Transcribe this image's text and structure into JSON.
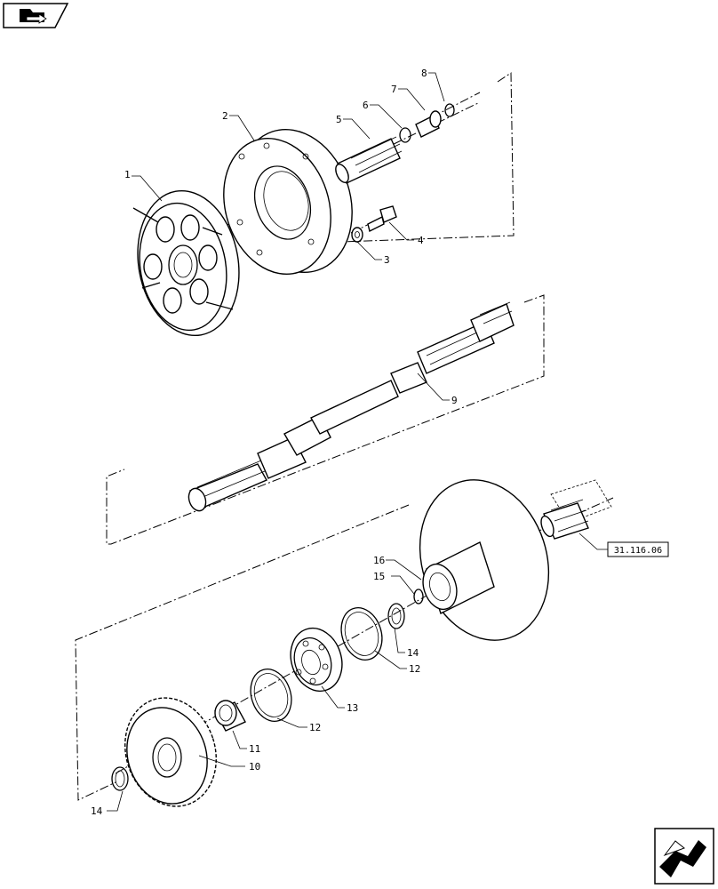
{
  "callouts": {
    "c1": "1",
    "c2": "2",
    "c3": "3",
    "c4": "4",
    "c5": "5",
    "c6": "6",
    "c7": "7",
    "c8": "8",
    "c9": "9",
    "c10": "10",
    "c11": "11",
    "c12a": "12",
    "c12b": "12",
    "c13": "13",
    "c14a": "14",
    "c14b": "14",
    "c15": "15",
    "c16": "16"
  },
  "reference": {
    "label": "31.116.06"
  },
  "icons": {
    "top_nav": "folder-arrow-icon",
    "bottom_nav": "return-arrow-icon"
  }
}
